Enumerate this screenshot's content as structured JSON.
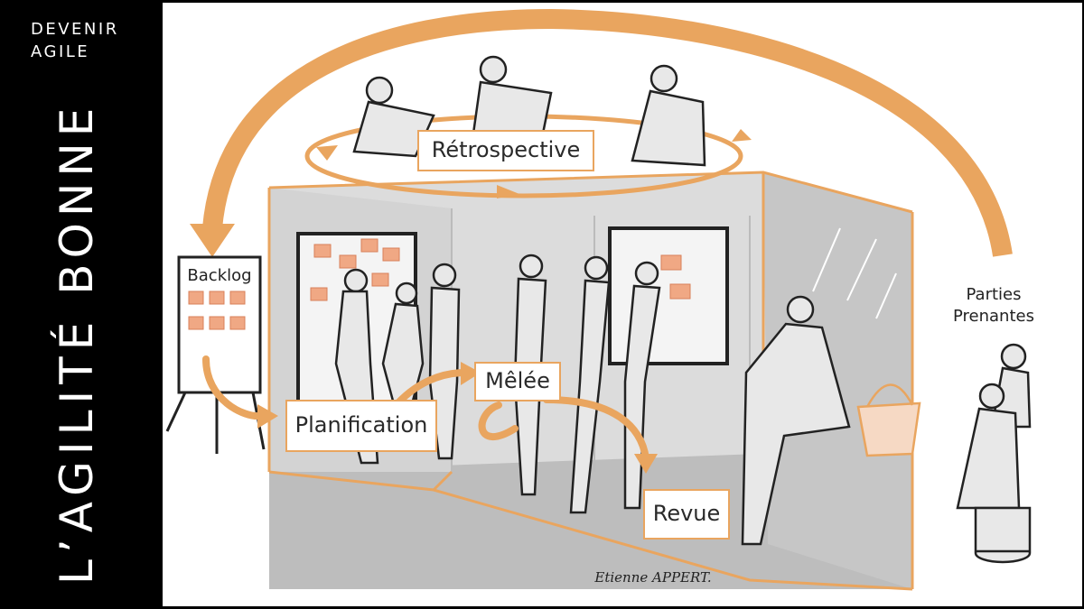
{
  "sidebar": {
    "eyebrow_line1": "DEVENIR",
    "eyebrow_line2": "AGILE",
    "vertical_title": "L’AGILITÉ BONNE"
  },
  "diagram": {
    "labels": {
      "retrospective": "Rétrospective",
      "backlog": "Backlog",
      "planification": "Planification",
      "melee": "Mêlée",
      "revue": "Revue",
      "parties_line1": "Parties",
      "parties_line2": "Prenantes"
    },
    "signature": "Etienne APPERT."
  },
  "colors": {
    "accent": "#e9a55f",
    "room_fill": "#d9d9d9",
    "room_floor": "#b7b7b7",
    "ink": "#222222",
    "sidebar_bg": "#000000"
  }
}
